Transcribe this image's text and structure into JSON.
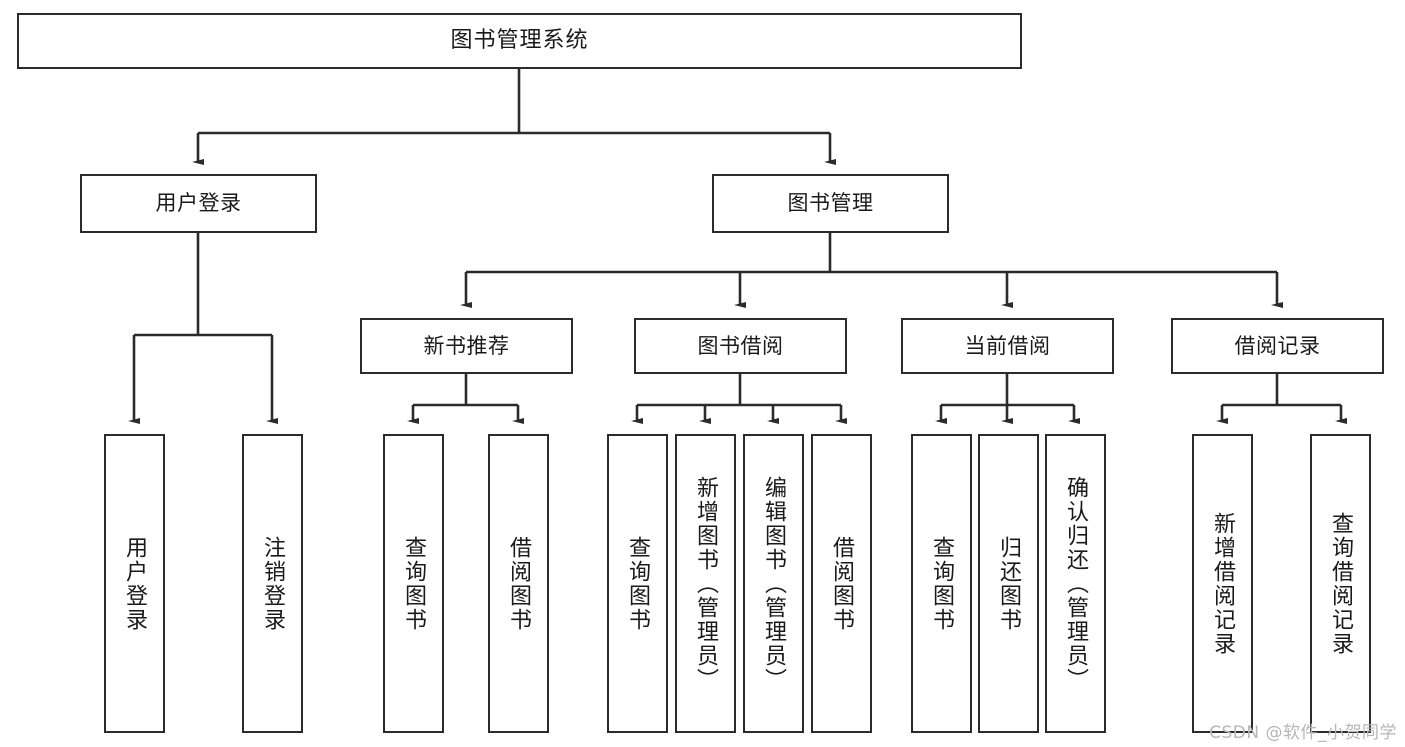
{
  "diagram": {
    "title": "图书管理系统",
    "type": "hierarchy-tree",
    "watermark": "CSDN @软件_小贺同学",
    "colors": {
      "stroke": "#2b2b2b",
      "fill": "#ffffff",
      "text": "#1a1a1a",
      "watermark": "#b6b6b6"
    },
    "nodes": {
      "root": {
        "label": "图书管理系统"
      },
      "level2": [
        {
          "label": "用户登录"
        },
        {
          "label": "图书管理"
        }
      ],
      "level3": [
        {
          "label": "新书推荐"
        },
        {
          "label": "图书借阅"
        },
        {
          "label": "当前借阅"
        },
        {
          "label": "借阅记录"
        }
      ],
      "leaves": {
        "user_login": [
          {
            "label": "用户登录"
          },
          {
            "label": "注销登录"
          }
        ],
        "new_book_recommend": [
          {
            "label": "查询图书"
          },
          {
            "label": "借阅图书"
          }
        ],
        "book_borrow": [
          {
            "label": "查询图书"
          },
          {
            "label": "新增图书（管理员）"
          },
          {
            "label": "编辑图书（管理员）"
          },
          {
            "label": "借阅图书"
          }
        ],
        "current_borrow": [
          {
            "label": "查询图书"
          },
          {
            "label": "归还图书"
          },
          {
            "label": "确认归还（管理员）"
          }
        ],
        "borrow_records": [
          {
            "label": "新增借阅记录"
          },
          {
            "label": "查询借阅记录"
          }
        ]
      }
    }
  }
}
